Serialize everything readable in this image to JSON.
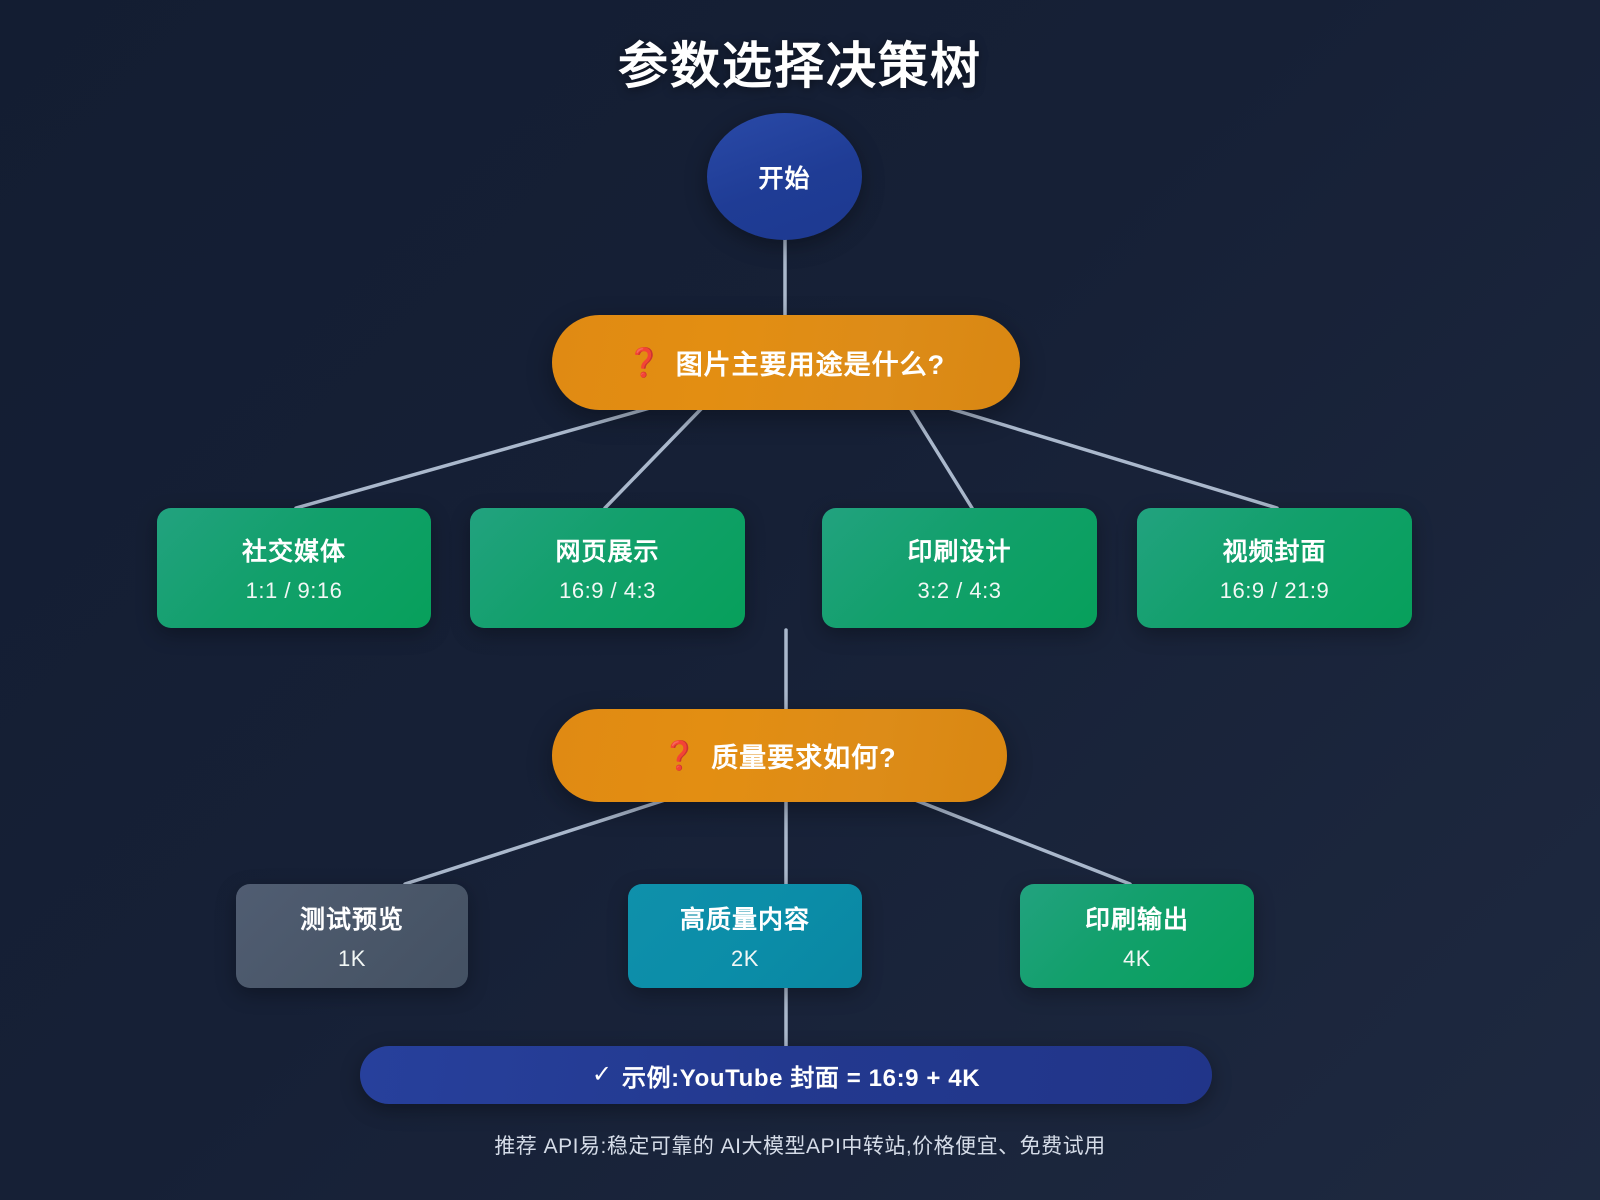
{
  "page": {
    "title": "参数选择决策树",
    "background_color": "#141e33",
    "footer_note": "推荐 API易:稳定可靠的 AI大模型API中转站,价格便宜、免费试用"
  },
  "colors": {
    "start_node": "#1f3c95",
    "question_node": "#e08a13",
    "question_mark": "#d92b14",
    "option_green": "#0ba062",
    "option_teal": "#0b8da8",
    "option_slate": "#495668",
    "example_banner": "#23398f",
    "edge_line": "#aab8cc",
    "text": "#ffffff"
  },
  "start": {
    "label": "开始"
  },
  "questions": [
    {
      "id": "q1",
      "icon": "question-mark-icon",
      "mark": "❓",
      "label": "图片主要用途是什么?"
    },
    {
      "id": "q2",
      "icon": "question-mark-icon",
      "mark": "❓",
      "label": "质量要求如何?"
    }
  ],
  "usage_options": [
    {
      "id": "opt-social",
      "title": "社交媒体",
      "sub": "1:1 / 9:16"
    },
    {
      "id": "opt-web",
      "title": "网页展示",
      "sub": "16:9 / 4:3"
    },
    {
      "id": "opt-print",
      "title": "印刷设计",
      "sub": "3:2 / 4:3"
    },
    {
      "id": "opt-video",
      "title": "视频封面",
      "sub": "16:9 / 21:9"
    }
  ],
  "quality_options": [
    {
      "id": "opt-test",
      "title": "测试预览",
      "sub": "1K"
    },
    {
      "id": "opt-hq",
      "title": "高质量内容",
      "sub": "2K"
    },
    {
      "id": "opt-printout",
      "title": "印刷输出",
      "sub": "4K"
    }
  ],
  "example": {
    "icon": "check-icon",
    "check": "✓",
    "label": "示例:YouTube 封面 = 16:9 + 4K"
  },
  "chart_data": {
    "type": "diagram",
    "title": "参数选择决策树",
    "nodes": [
      {
        "id": "start",
        "kind": "start",
        "label": "开始"
      },
      {
        "id": "q1",
        "kind": "question",
        "label": "图片主要用途是什么?"
      },
      {
        "id": "social",
        "kind": "option",
        "label": "社交媒体",
        "value": "1:1 / 9:16"
      },
      {
        "id": "web",
        "kind": "option",
        "label": "网页展示",
        "value": "16:9 / 4:3"
      },
      {
        "id": "print",
        "kind": "option",
        "label": "印刷设计",
        "value": "3:2 / 4:3"
      },
      {
        "id": "video",
        "kind": "option",
        "label": "视频封面",
        "value": "16:9 / 21:9"
      },
      {
        "id": "q2",
        "kind": "question",
        "label": "质量要求如何?"
      },
      {
        "id": "test",
        "kind": "option",
        "label": "测试预览",
        "value": "1K"
      },
      {
        "id": "hq",
        "kind": "option",
        "label": "高质量内容",
        "value": "2K"
      },
      {
        "id": "pout",
        "kind": "option",
        "label": "印刷输出",
        "value": "4K"
      },
      {
        "id": "ex",
        "kind": "result",
        "label": "示例:YouTube 封面 = 16:9 + 4K"
      }
    ],
    "edges": [
      [
        "start",
        "q1"
      ],
      [
        "q1",
        "social"
      ],
      [
        "q1",
        "web"
      ],
      [
        "q1",
        "print"
      ],
      [
        "q1",
        "video"
      ],
      [
        "print",
        "q2"
      ],
      [
        "q2",
        "test"
      ],
      [
        "q2",
        "hq"
      ],
      [
        "q2",
        "pout"
      ],
      [
        "hq",
        "ex"
      ]
    ]
  }
}
